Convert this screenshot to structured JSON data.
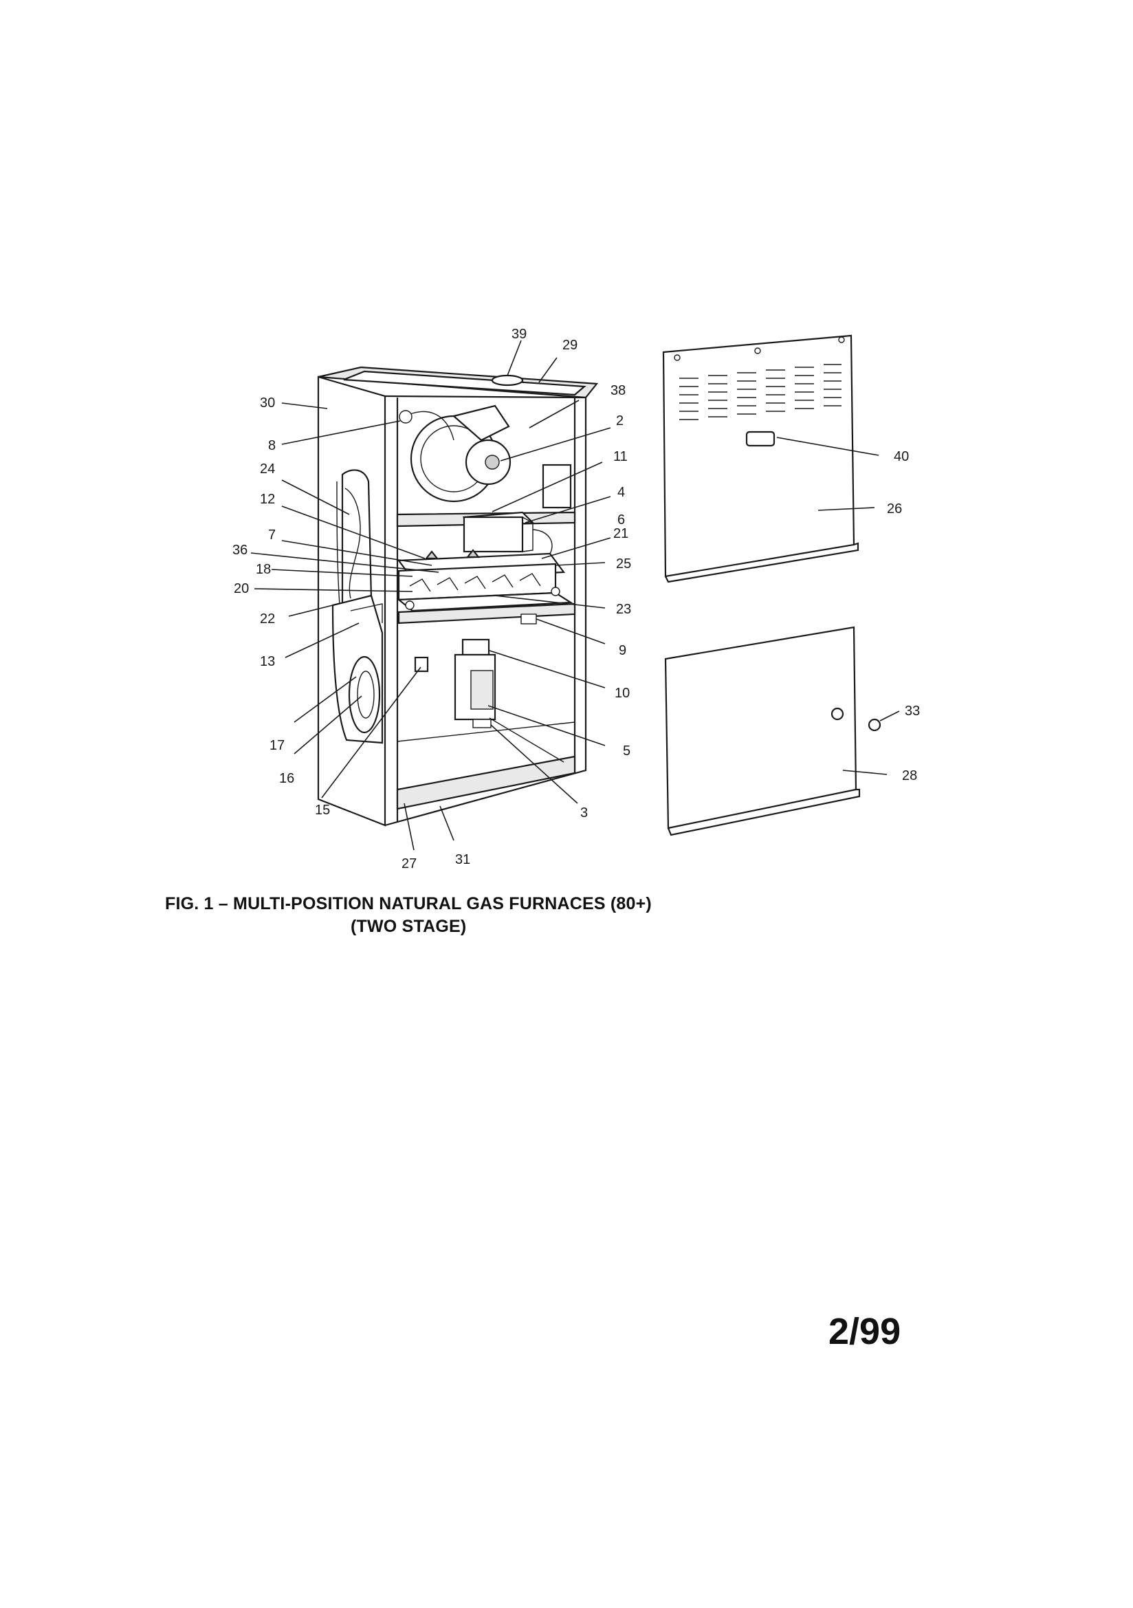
{
  "figure": {
    "caption_line1": "FIG. 1 – MULTI-POSITION NATURAL GAS FURNACES (80+)",
    "caption_line2": "(TWO STAGE)"
  },
  "page_code": "2/99",
  "callouts": {
    "c39": "39",
    "c29": "29",
    "c30": "30",
    "c38": "38",
    "c2": "2",
    "c8": "8",
    "c11": "11",
    "c24": "24",
    "c4": "4",
    "c12": "12",
    "c6": "6",
    "c21": "21",
    "c7": "7",
    "c36": "36",
    "c25": "25",
    "c18": "18",
    "c20": "20",
    "c23": "23",
    "c22": "22",
    "c9": "9",
    "c13": "13",
    "c10": "10",
    "c17": "17",
    "c5": "5",
    "c16": "16",
    "c15": "15",
    "c3": "3",
    "c27": "27",
    "c31": "31",
    "c40": "40",
    "c26": "26",
    "c33": "33",
    "c28": "28"
  }
}
